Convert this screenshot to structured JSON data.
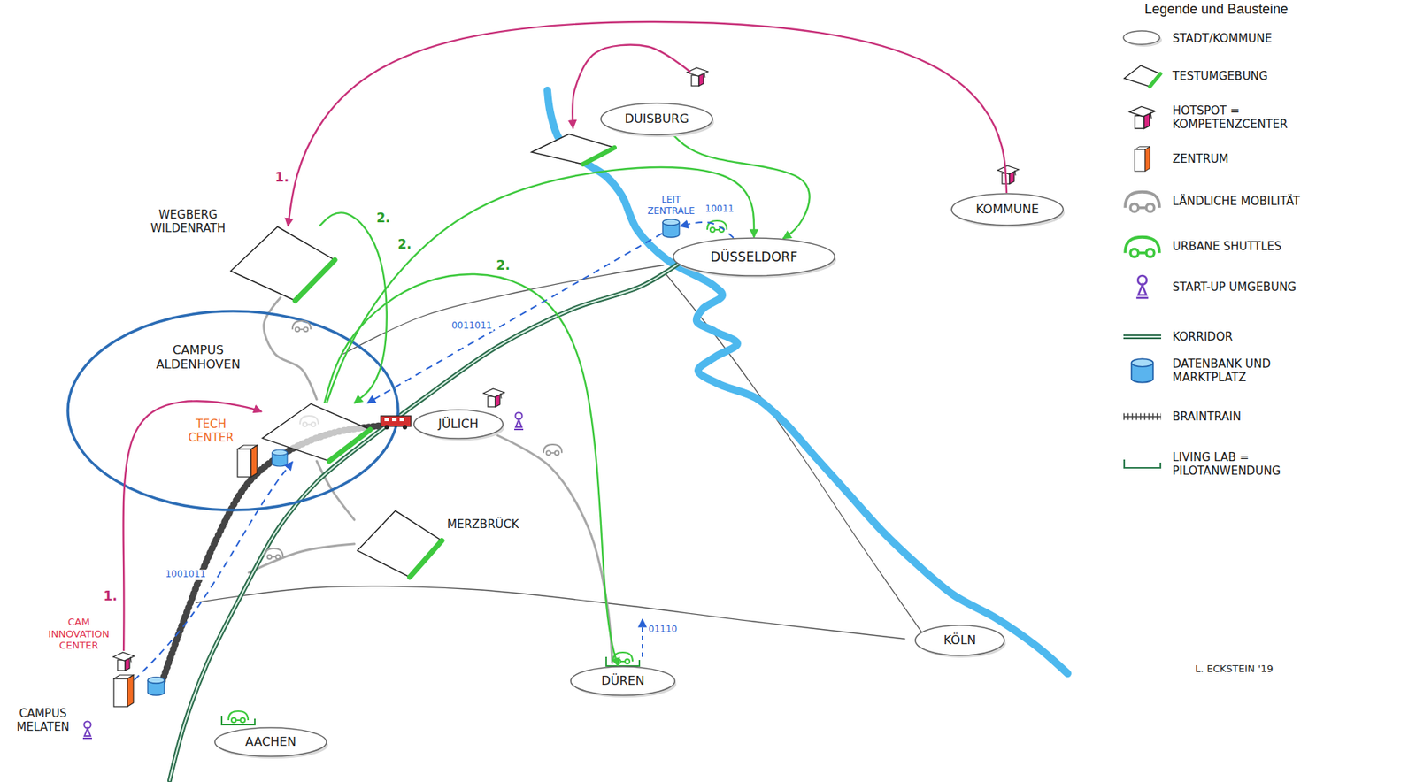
{
  "diagram": {
    "nodes": [
      {
        "text": [
          "DUISBURG"
        ]
      },
      {
        "text": [
          "KOMMUNE"
        ]
      },
      {
        "text": [
          "WEGBERG WILDENRATH"
        ]
      },
      {
        "text": [
          "LEIT ZENTRALE"
        ]
      },
      {
        "text": [
          "DÜSSELDORF"
        ]
      },
      {
        "text": [
          "CAMPUS ALDENHOVEN"
        ]
      },
      {
        "text": [
          "TECH CENTER"
        ]
      },
      {
        "text": [
          "JÜLICH"
        ]
      },
      {
        "text": [
          "MERZBRÜCK"
        ]
      },
      {
        "text": [
          "CAM INNOVATION CENTER"
        ]
      },
      {
        "text": [
          "DÜREN"
        ]
      },
      {
        "text": [
          "KÖLN"
        ]
      },
      {
        "text": [
          "CAMPUS MELATEN"
        ]
      },
      {
        "text": [
          "AACHEN"
        ]
      }
    ],
    "edges": [
      {
        "from": 1,
        "to": 2,
        "label": "1.",
        "arrow": "to"
      },
      {
        "from": 9,
        "to": 5,
        "label": "1.",
        "arrow": "to"
      },
      {
        "from": 2,
        "to": 5,
        "label": "2.",
        "arrow": "to"
      },
      {
        "from": 5,
        "to": 4,
        "label": "2.",
        "arrow": "to"
      },
      {
        "from": 0,
        "to": 4,
        "arrow": "to"
      },
      {
        "from": 5,
        "to": 10,
        "label": "2.",
        "arrow": "to"
      },
      {
        "from": 12,
        "to": 5,
        "label": "1001011",
        "arrow": "to"
      },
      {
        "from": 3,
        "to": 5,
        "label": "0011011",
        "arrow": "to"
      },
      {
        "from": 4,
        "to": 3,
        "label": "10011",
        "arrow": "to"
      }
    ],
    "labels": [
      "Legende und Bausteine",
      "01110",
      "L. ECKSTEIN '19"
    ],
    "legend": [
      {
        "text": "STADT/KOMMUNE"
      },
      {
        "text": "TESTUMGEBUNG"
      },
      {
        "text": "HOTSPOT = KOMPETENZCENTER"
      },
      {
        "text": "ZENTRUM"
      },
      {
        "text": "LÄNDLICHE MOBILITÄT"
      },
      {
        "text": "URBANE SHUTTLES"
      },
      {
        "text": "START-UP UMGEBUNG"
      },
      {
        "text": "KORRIDOR"
      },
      {
        "text": "DATENBANK UND MARKTPLATZ"
      },
      {
        "text": "BRAINTRAIN"
      },
      {
        "text": "LIVING LAB = PILOTANWENDUNG"
      }
    ]
  }
}
